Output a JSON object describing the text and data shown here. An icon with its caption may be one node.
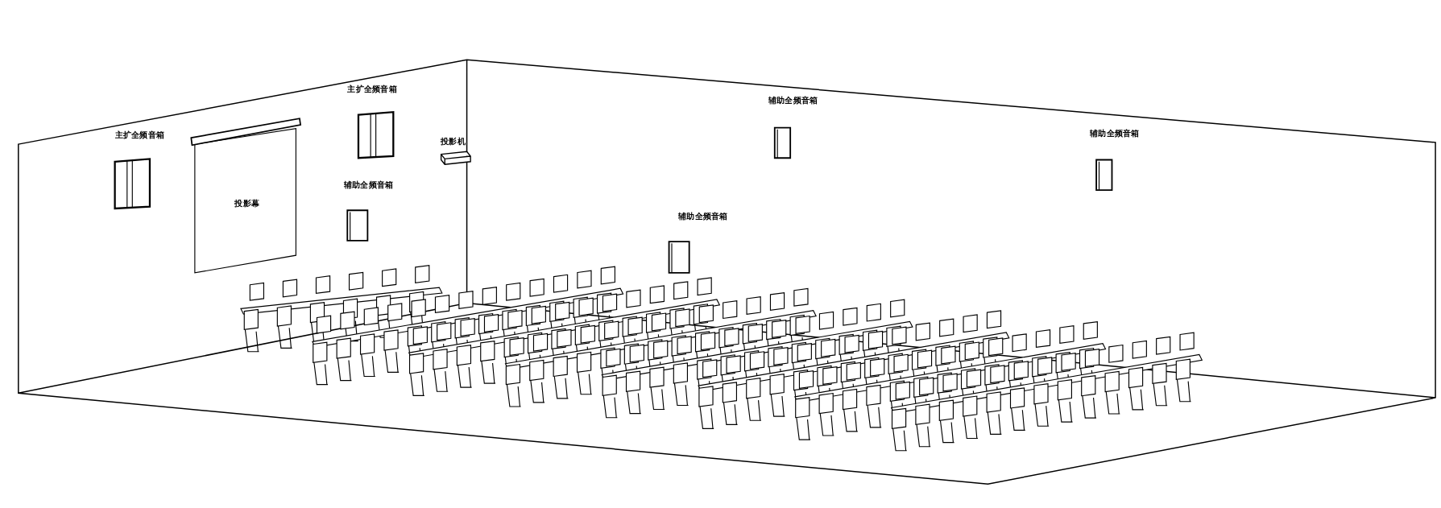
{
  "diagram": {
    "labels": [
      "主扩全频音箱",
      "辅助全频音箱",
      "辅助全频音箱",
      "主扩全频音箱",
      "投影机",
      "辅助全频音箱",
      "投影幕",
      "辅助全频音箱"
    ]
  }
}
